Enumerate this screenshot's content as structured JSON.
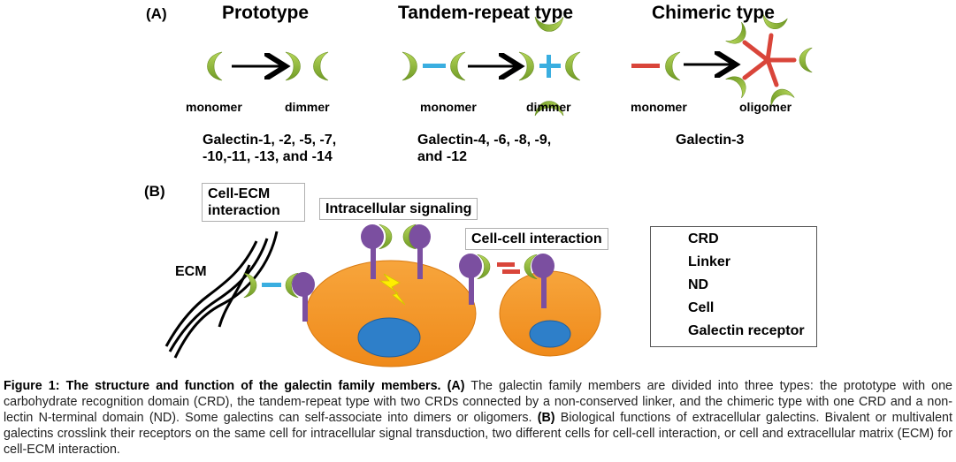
{
  "panel_a": {
    "letter": "(A)",
    "types": [
      {
        "title": "Prototype",
        "stage_from": "monomer",
        "stage_to": "dimmer",
        "members_line1": "Galectin-1, -2, -5, -7,",
        "members_line2": "-10,-11, -13, and -14"
      },
      {
        "title": "Tandem-repeat type",
        "stage_from": "monomer",
        "stage_to": "dimmer",
        "members_line1": "Galectin-4, -6, -8, -9,",
        "members_line2": "and -12"
      },
      {
        "title": "Chimeric type",
        "stage_from": "monomer",
        "stage_to": "oligomer",
        "members_line1": "Galectin-3",
        "members_line2": ""
      }
    ]
  },
  "panel_b": {
    "letter": "(B)",
    "box_cell_ecm_line1": "Cell-ECM",
    "box_cell_ecm_line2": "interaction",
    "box_intracellular": "Intracellular signaling",
    "box_cell_cell": "Cell-cell interaction",
    "ecm_label": "ECM"
  },
  "legend": {
    "items": [
      {
        "label": "CRD",
        "icon": "crescent-icon"
      },
      {
        "label": "Linker",
        "icon": "blue-bar-icon"
      },
      {
        "label": "ND",
        "icon": "red-bar-icon"
      },
      {
        "label": "Cell",
        "icon": "cell-icon"
      },
      {
        "label": "Galectin receptor",
        "icon": "receptor-icon"
      }
    ]
  },
  "colors": {
    "crd_green": "#8db83a",
    "linker_blue": "#3aaee0",
    "nd_red": "#d9453a",
    "cell_orange": "#f39325",
    "nucleus_blue": "#2e7fc9",
    "receptor_purple": "#7b4fa0",
    "signal_yellow": "#ffee00"
  },
  "caption": {
    "bold_lead": "Figure 1: The structure and function of the galectin family members.",
    "a_tag": "(A)",
    "a_text": "The galectin family members are divided into three types: the prototype with one carbohydrate recognition domain (CRD), the tandem-repeat type with two CRDs connected by a non-conserved linker, and the chimeric type with one CRD and a non-lectin N-terminal domain (ND). Some galectins can self-associate into dimers or oligomers.",
    "b_tag": "(B)",
    "b_text": "Biological functions of extracellular galectins. Bivalent or multivalent galectins crosslink their receptors on the same cell for intracellular signal transduction, two different cells for cell-cell interaction, or cell and extracellular matrix (ECM) for cell-ECM interaction."
  }
}
